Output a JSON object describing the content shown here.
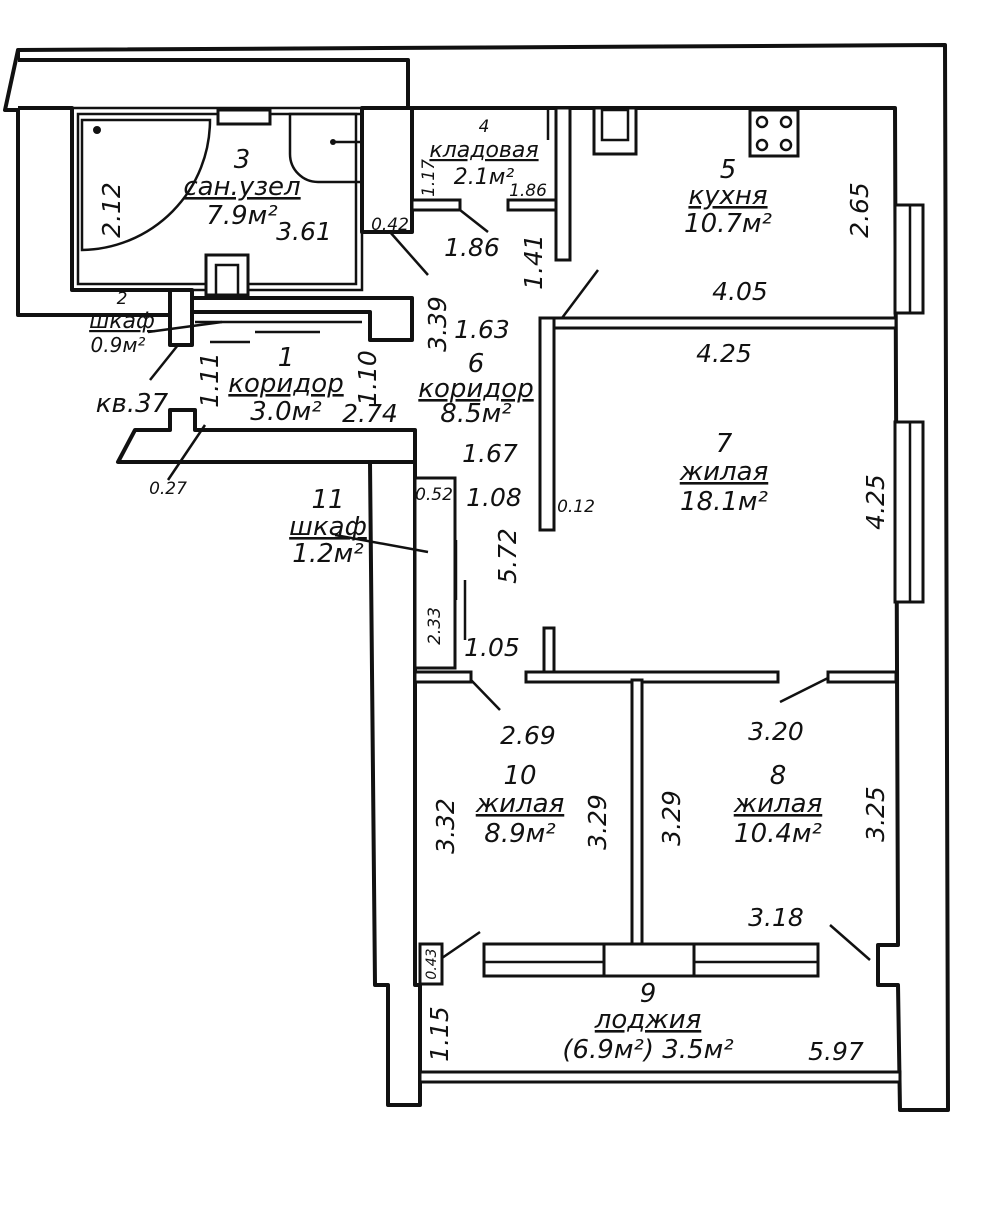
{
  "rooms": [
    {
      "id": "1",
      "name": "коридор",
      "area": "3.0м²"
    },
    {
      "id": "2",
      "name": "шкаф",
      "area": "0.9м²"
    },
    {
      "id": "3",
      "name": "сан.узел",
      "area": "7.9м²"
    },
    {
      "id": "4",
      "name": "кладовая",
      "area": "2.1м²"
    },
    {
      "id": "5",
      "name": "кухня",
      "area": "10.7м²"
    },
    {
      "id": "6",
      "name": "коридор",
      "area": "8.5м²"
    },
    {
      "id": "7",
      "name": "жилая",
      "area": "18.1м²"
    },
    {
      "id": "8",
      "name": "жилая",
      "area": "10.4м²"
    },
    {
      "id": "9",
      "name": "лоджия",
      "area": "(6.9м²) 3.5м²"
    },
    {
      "id": "10",
      "name": "жилая",
      "area": "8.9м²"
    },
    {
      "id": "11",
      "name": "шкаф",
      "area": "1.2м²"
    }
  ],
  "apartment_label": "кв.37",
  "dimensions": {
    "d_2_12": "2.12",
    "d_3_61": "3.61",
    "d_0_42": "0.42",
    "d_1_17": "1.17",
    "d_1_86_a": "1.86",
    "d_1_86_b": "1.86",
    "d_1_41": "1.41",
    "d_2_65": "2.65",
    "d_4_05": "4.05",
    "d_3_39": "3.39",
    "d_1_63": "1.63",
    "d_4_25_a": "4.25",
    "d_1_11": "1.11",
    "d_1_10": "1.10",
    "d_2_74": "2.74",
    "d_0_27": "0.27",
    "d_1_67": "1.67",
    "d_0_52": "0.52",
    "d_1_08": "1.08",
    "d_0_12": "0.12",
    "d_4_25_b": "4.25",
    "d_5_72": "5.72",
    "d_2_33": "2.33",
    "d_1_05": "1.05",
    "d_2_69": "2.69",
    "d_3_20": "3.20",
    "d_3_32": "3.32",
    "d_3_29_a": "3.29",
    "d_3_29_b": "3.29",
    "d_3_25": "3.25",
    "d_3_18": "3.18",
    "d_0_43": "0.43",
    "d_1_15": "1.15",
    "d_5_97": "5.97"
  }
}
